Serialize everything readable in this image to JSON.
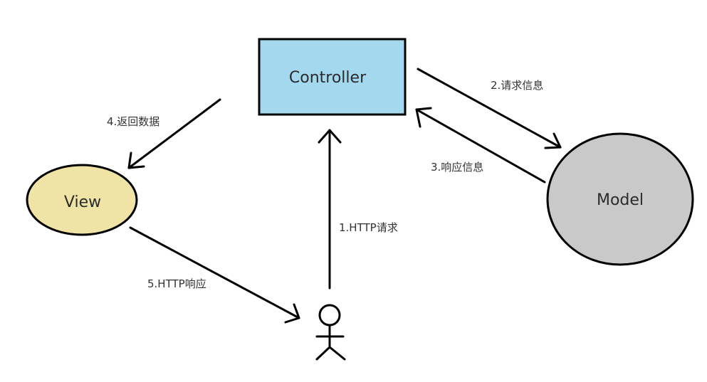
{
  "nodes": {
    "controller": {
      "label": "Controller",
      "fill": "#a3d8ef"
    },
    "view": {
      "label": "View",
      "fill": "#efe4a6"
    },
    "model": {
      "label": "Model",
      "fill": "#c9c9c9"
    }
  },
  "edges": {
    "http_request": {
      "label": "1.HTTP请求"
    },
    "request_info": {
      "label": "2.请求信息"
    },
    "response_info": {
      "label": "3.响应信息"
    },
    "return_data": {
      "label": "4.返回数据"
    },
    "http_response": {
      "label": "5.HTTP响应"
    }
  },
  "stroke_color": "#000000"
}
